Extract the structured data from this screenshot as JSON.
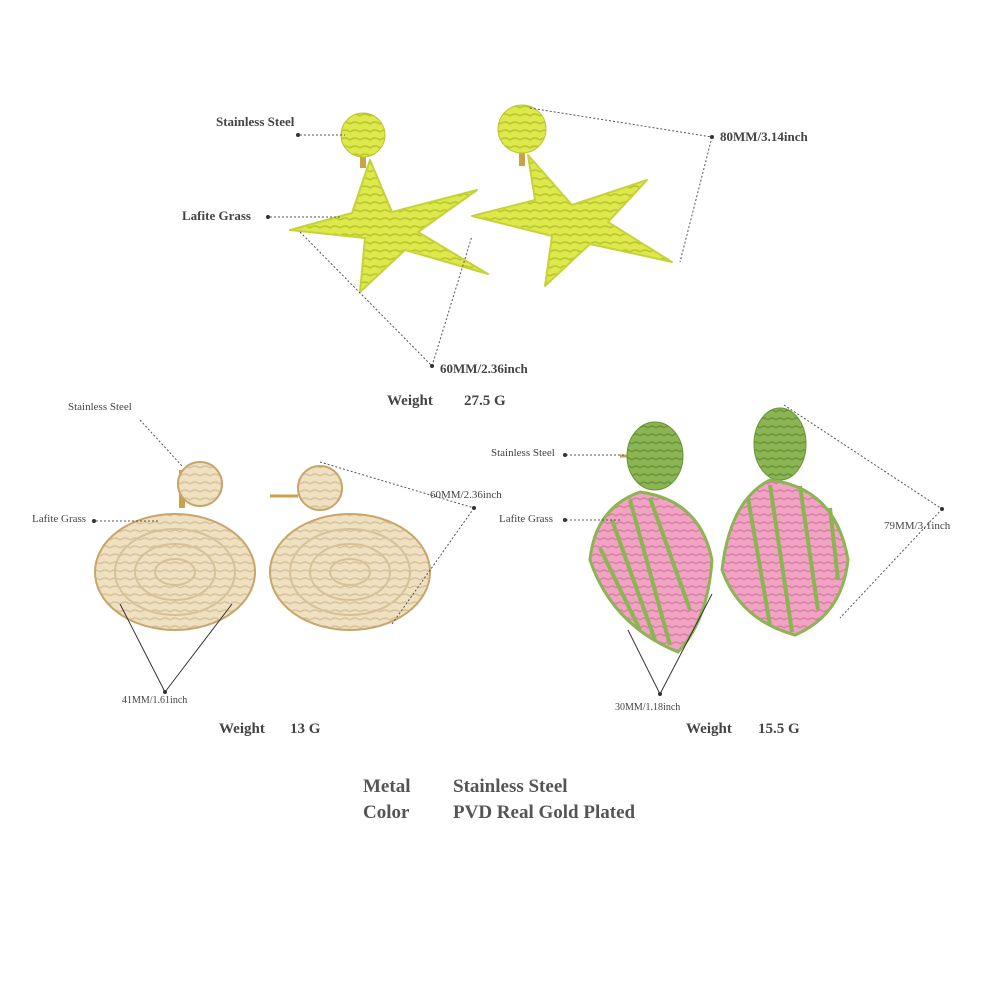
{
  "starfish": {
    "material_top": "Stainless Steel",
    "material_body": "Lafite Grass",
    "length": "80MM/3.14inch",
    "width": "60MM/2.36inch",
    "weight_label": "Weight",
    "weight_value": "27.5  G",
    "color": "#dde84a"
  },
  "round": {
    "material_top": "Stainless Steel",
    "material_body": "Lafite Grass",
    "length": "60MM/2.36inch",
    "width": "41MM/1.61inch",
    "weight_label": "Weight",
    "weight_value": "13 G",
    "color": "#efe0c2"
  },
  "leaf": {
    "material_top": "Stainless Steel",
    "material_body": "Lafite Grass",
    "length": "79MM/3.1inch",
    "width": "30MM/1.18inch",
    "weight_label": "Weight",
    "weight_value": "15.5 G",
    "color_pink": "#f1a3c3",
    "color_green": "#8bb552"
  },
  "specs": [
    {
      "label": "Metal",
      "value": "Stainless Steel"
    },
    {
      "label": "Color",
      "value": "PVD Real Gold Plated"
    }
  ]
}
